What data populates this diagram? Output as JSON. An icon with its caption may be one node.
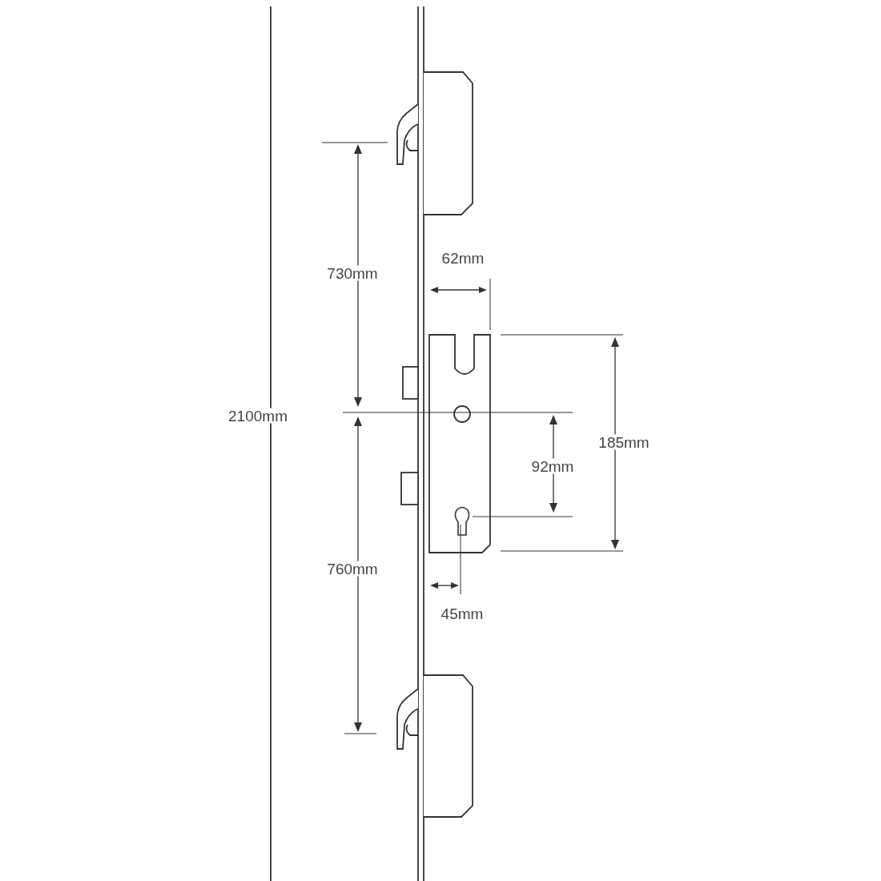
{
  "diagram": {
    "labels": [
      "730mm",
      "62mm",
      "2100mm",
      "185mm",
      "92mm",
      "760mm",
      "45mm"
    ]
  }
}
